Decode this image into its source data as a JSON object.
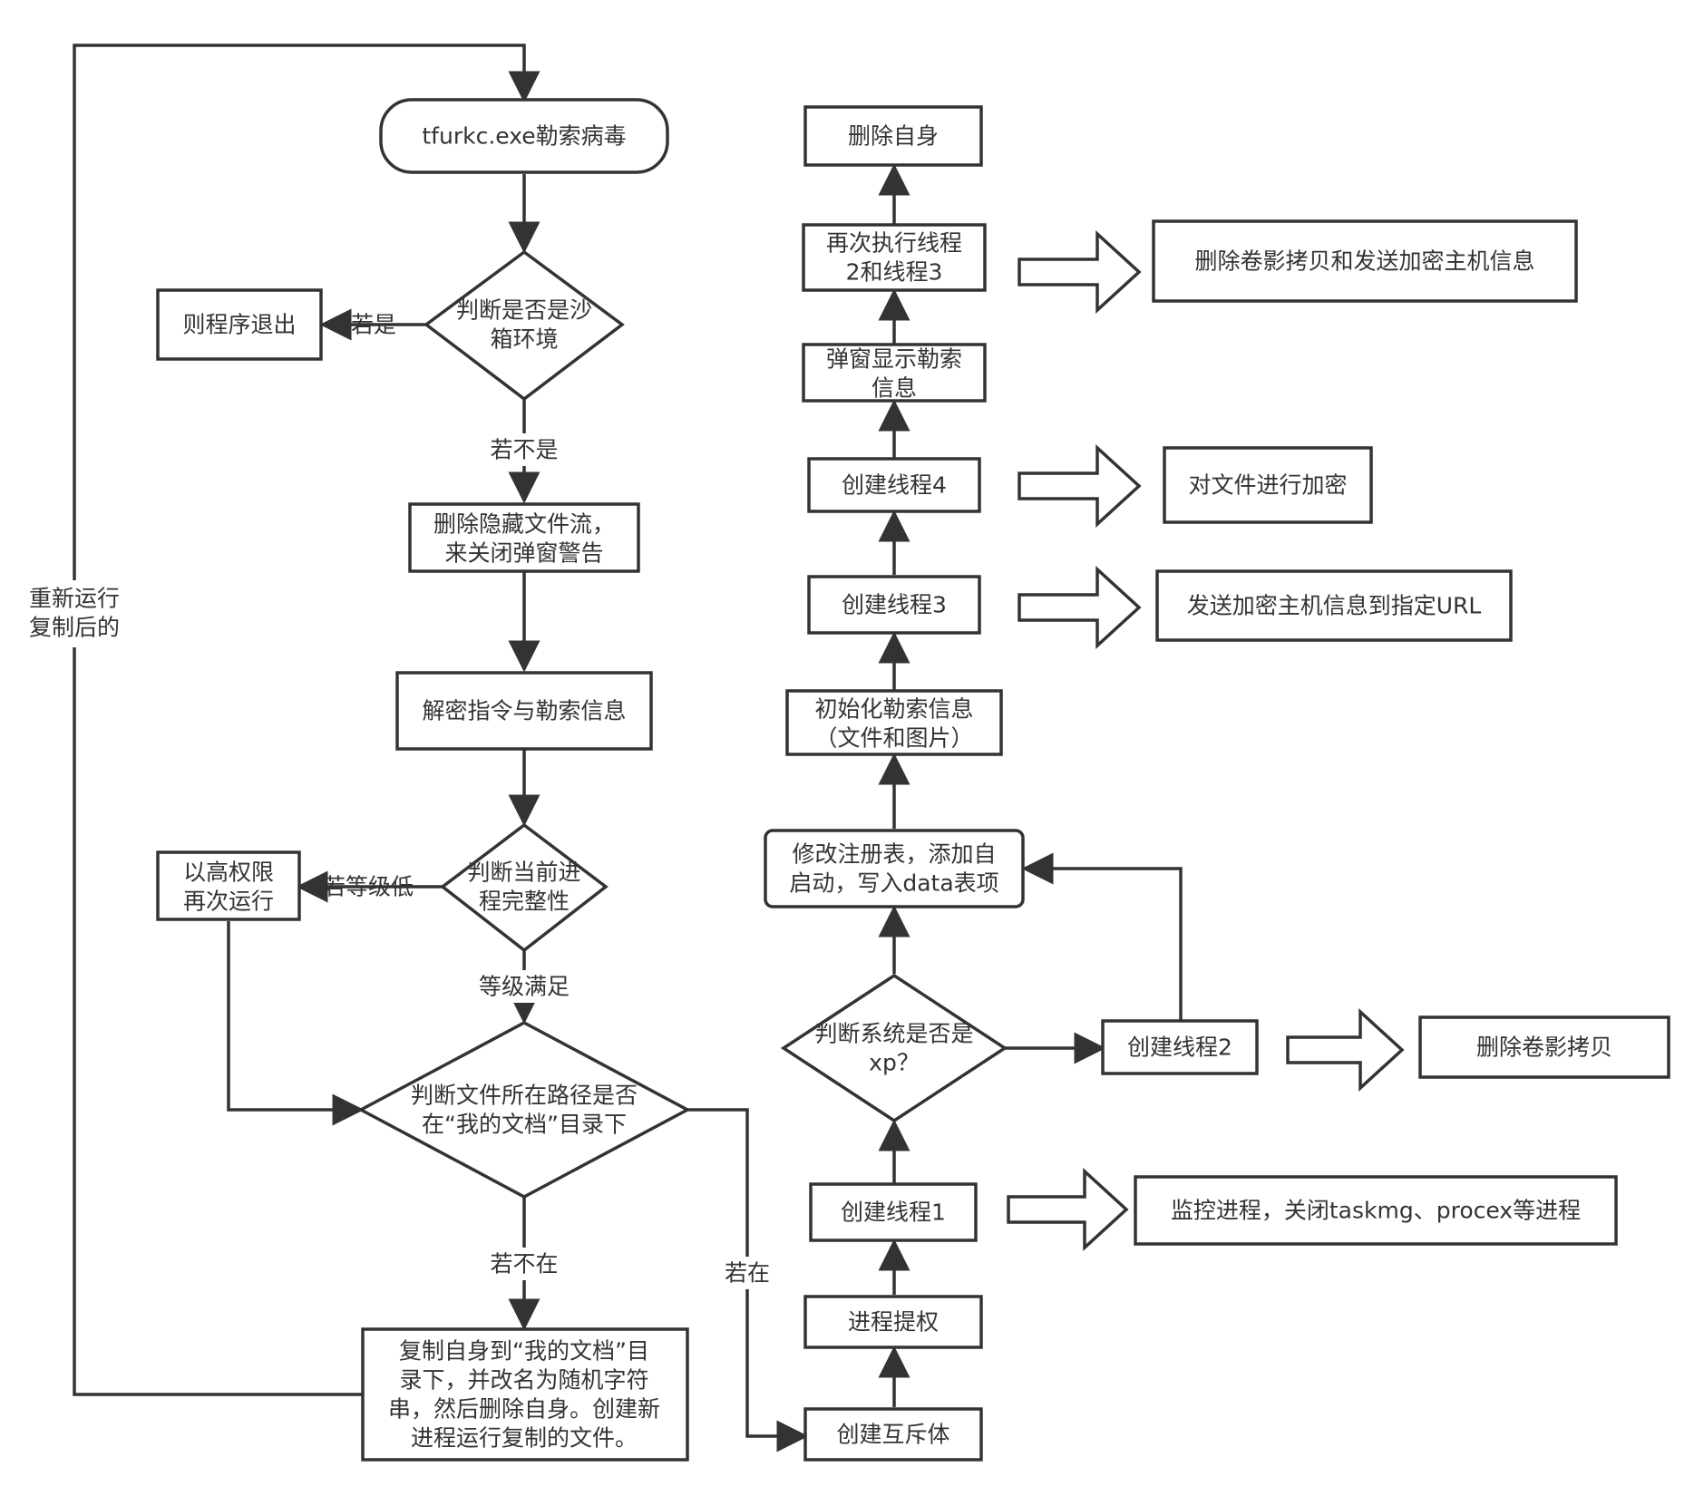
{
  "diagram": {
    "start": "tfurkc.exe勒索病毒",
    "check_sandbox": [
      "判断是否是沙",
      "箱环境"
    ],
    "exit": "则程序退出",
    "if_yes": "若是",
    "if_not": "若不是",
    "delete_ads": [
      "删除隐藏文件流，",
      "来关闭弹窗警告"
    ],
    "decrypt": "解密指令与勒索信息",
    "check_integrity": [
      "判断当前进",
      "程完整性"
    ],
    "if_low_level": "若等级低",
    "rerun_high": [
      "以高权限",
      "再次运行"
    ],
    "level_ok": "等级满足",
    "check_path": [
      "判断文件所在路径是否",
      "在“我的文档”目录下"
    ],
    "if_not_in": "若不在",
    "if_in": "若在",
    "copy_self": [
      "复制自身到“我的文档”目",
      "录下，并改名为随机字符",
      "串，然后删除自身。创建新",
      "进程运行复制的文件。"
    ],
    "rerun_copy": [
      "重新运行",
      "复制后的"
    ],
    "create_mutex": "创建互斥体",
    "privilege": "进程提权",
    "thread1": "创建线程1",
    "thread1_desc": "监控进程，关闭taskmg、procex等进程",
    "check_xp": [
      "判断系统是否是",
      "xp？"
    ],
    "thread2": "创建线程2",
    "thread2_desc": "删除卷影拷贝",
    "registry": [
      "修改注册表，添加自",
      "启动，写入data表项"
    ],
    "init_ransom": [
      "初始化勒索信息",
      "（文件和图片）"
    ],
    "thread3": "创建线程3",
    "thread3_desc": "发送加密主机信息到指定URL",
    "thread4": "创建线程4",
    "thread4_desc": "对文件进行加密",
    "popup": [
      "弹窗显示勒索",
      "信息"
    ],
    "rerun_threads": [
      "再次执行线程",
      "2和线程3"
    ],
    "rerun_threads_desc": "删除卷影拷贝和发送加密主机信息",
    "delete_self": "删除自身"
  }
}
